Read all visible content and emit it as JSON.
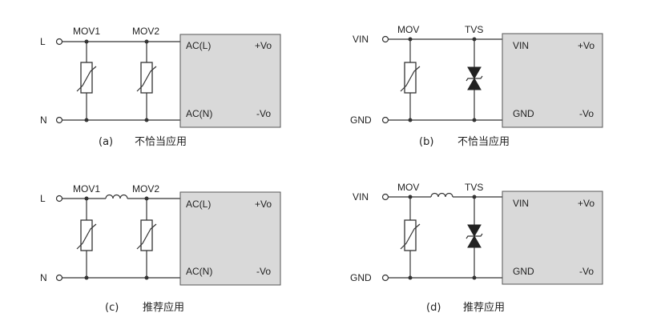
{
  "diagrams": {
    "a": {
      "in_top": "L",
      "in_bottom": "N",
      "comp1": "MOV1",
      "comp2": "MOV2",
      "box_in_top": "AC(L)",
      "box_in_bottom": "AC(N)",
      "box_out_top": "+Vo",
      "box_out_bottom": "-Vo",
      "caption_letter": "(a)",
      "caption_text": "不恰当应用"
    },
    "b": {
      "in_top": "VIN",
      "in_bottom": "GND",
      "comp1": "MOV",
      "comp2": "TVS",
      "box_in_top": "VIN",
      "box_in_bottom": "GND",
      "box_out_top": "+Vo",
      "box_out_bottom": "-Vo",
      "caption_letter": "(b)",
      "caption_text": "不恰当应用"
    },
    "c": {
      "in_top": "L",
      "in_bottom": "N",
      "comp1": "MOV1",
      "comp2": "MOV2",
      "box_in_top": "AC(L)",
      "box_in_bottom": "AC(N)",
      "box_out_top": "+Vo",
      "box_out_bottom": "-Vo",
      "caption_letter": "(c)",
      "caption_text": "推荐应用"
    },
    "d": {
      "in_top": "VIN",
      "in_bottom": "GND",
      "comp1": "MOV",
      "comp2": "TVS",
      "box_in_top": "VIN",
      "box_in_bottom": "GND",
      "box_out_top": "+Vo",
      "box_out_bottom": "-Vo",
      "caption_letter": "(d)",
      "caption_text": "推荐应用"
    }
  },
  "colors": {
    "line": "#333333",
    "module_fill": "#d9d9d9"
  }
}
